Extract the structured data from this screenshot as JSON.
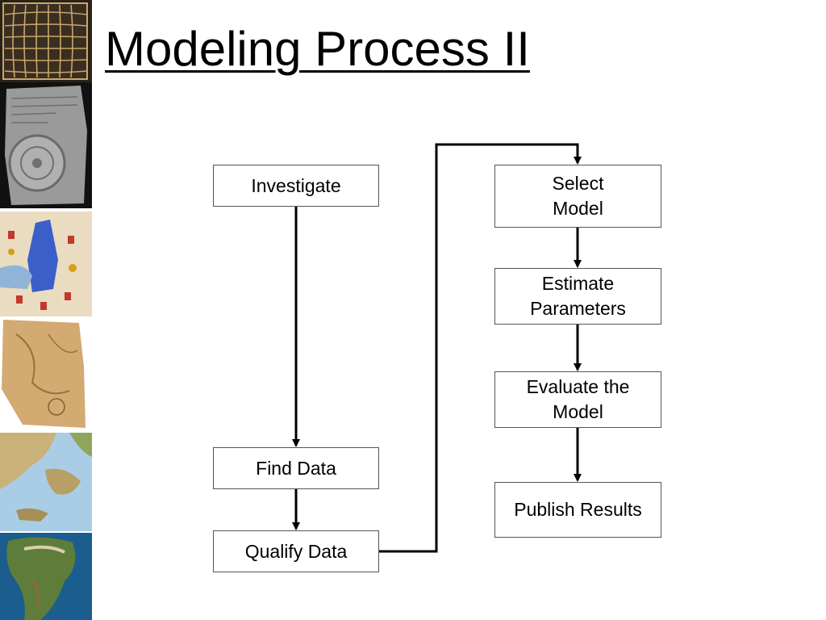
{
  "slide": {
    "title": "Modeling Process II"
  },
  "flow": {
    "steps": [
      {
        "id": "investigate",
        "label": "Investigate"
      },
      {
        "id": "find-data",
        "label": "Find Data"
      },
      {
        "id": "qualify-data",
        "label": "Qualify Data"
      },
      {
        "id": "select-model",
        "label": "Select\nModel"
      },
      {
        "id": "estimate-parameters",
        "label": "Estimate\nParameters"
      },
      {
        "id": "evaluate-model",
        "label": "Evaluate the\nModel"
      },
      {
        "id": "publish-results",
        "label": "Publish Results"
      }
    ],
    "connections": [
      [
        "investigate",
        "find-data"
      ],
      [
        "find-data",
        "qualify-data"
      ],
      [
        "qualify-data",
        "select-model"
      ],
      [
        "select-model",
        "estimate-parameters"
      ],
      [
        "estimate-parameters",
        "evaluate-model"
      ],
      [
        "evaluate-model",
        "publish-results"
      ]
    ]
  },
  "colors": {
    "box_border": "#555555",
    "arrow": "#000000"
  }
}
